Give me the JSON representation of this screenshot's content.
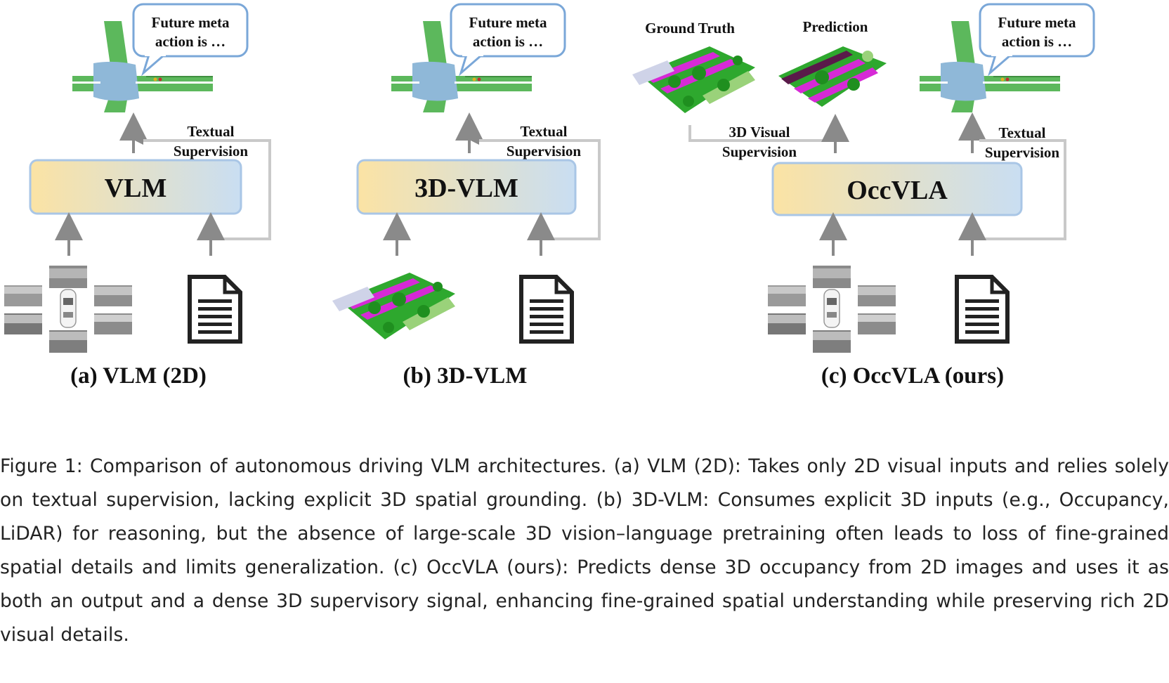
{
  "figure": {
    "panels": [
      {
        "id": "a",
        "model_label": "VLM",
        "speech_line1": "Future meta",
        "speech_line2": "action is …",
        "supervision_line1": "Textual",
        "supervision_line2": "Supervision",
        "caption": "(a) VLM (2D)"
      },
      {
        "id": "b",
        "model_label": "3D-VLM",
        "speech_line1": "Future meta",
        "speech_line2": "action is …",
        "supervision_line1": "Textual",
        "supervision_line2": "Supervision",
        "caption": "(b) 3D-VLM"
      },
      {
        "id": "c",
        "model_label": "OccVLA",
        "speech_line1": "Future meta",
        "speech_line2": "action is …",
        "supervision_line1": "Textual",
        "supervision_line2": "Supervision",
        "visual_sup_line1": "3D Visual",
        "visual_sup_line2": "Supervision",
        "ground_truth": "Ground Truth",
        "prediction": "Prediction",
        "caption": "(c) OccVLA (ours)"
      }
    ],
    "colors": {
      "road_green": "#5cb85c",
      "intersection_blue": "#8fb8d8",
      "box_left": "#fbe3a4",
      "box_right": "#c9def2",
      "box_border": "#a9c6e6",
      "arrow_gray": "#8a8a8a",
      "bubble_border": "#7aa7d8",
      "occ_green": "#2ea82e",
      "occ_magenta": "#d62ad6",
      "occ_light": "#cfd3e8"
    }
  },
  "caption": {
    "text": "Figure 1: Comparison of autonomous driving VLM architectures. (a) VLM (2D): Takes only 2D visual inputs and relies solely on textual supervision, lacking explicit 3D spatial grounding. (b) 3D-VLM: Consumes explicit 3D inputs (e.g., Occupancy, LiDAR) for reasoning, but the absence of large-scale 3D vision–language pretraining often leads to loss of fine-grained spatial details and limits generalization. (c) OccVLA (ours): Predicts dense 3D occupancy from 2D images and uses it as both an output and a dense 3D supervisory signal, enhancing fine-grained spatial understanding while preserving rich 2D visual details."
  }
}
